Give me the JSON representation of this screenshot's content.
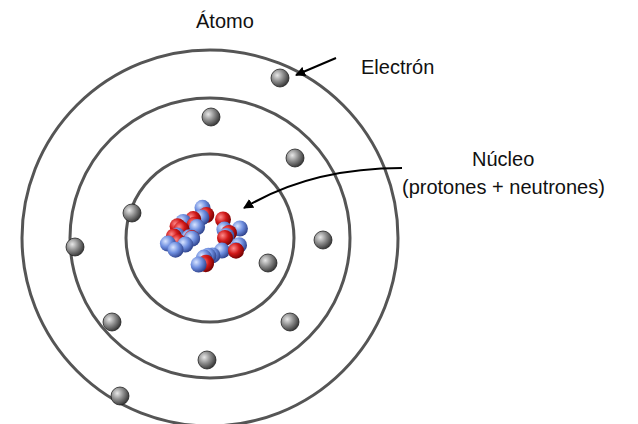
{
  "diagram": {
    "title": "Átomo",
    "labels": [
      "Electrón",
      "Núcleo",
      "(protones + neutrones)"
    ]
  }
}
